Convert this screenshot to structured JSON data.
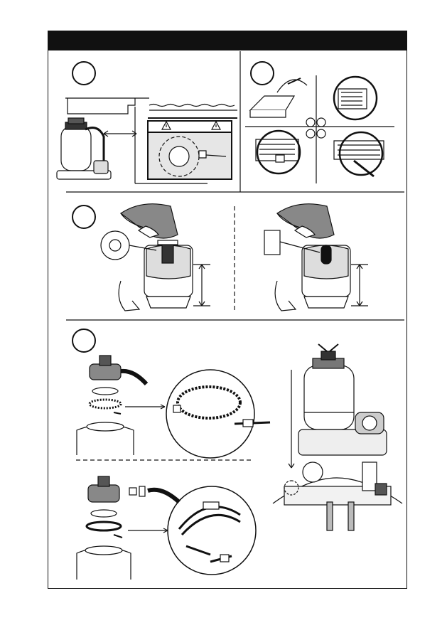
{
  "page": {
    "title": "",
    "background": "#ffffff",
    "ink": "#111111"
  },
  "sections": [
    {
      "id": "section-1",
      "step_label": ""
    },
    {
      "id": "section-2",
      "step_label": ""
    },
    {
      "id": "section-3",
      "step_label": ""
    },
    {
      "id": "section-4",
      "step_label": ""
    }
  ],
  "warning_panel": {
    "icon": "warning-triangle-icon",
    "count": 2
  },
  "icons": [
    "warning-triangle-icon",
    "water-surface-icon",
    "sand-filter-icon",
    "pump-icon",
    "skimmer-icon",
    "hand-pouring-sand-icon",
    "tank-height-arrow-icon",
    "valve-assembly-icon",
    "o-ring-icon",
    "clamp-ring-icon",
    "hose-icon",
    "bolt-icon",
    "magnifier-circle-icon",
    "pool-wall-icon"
  ]
}
